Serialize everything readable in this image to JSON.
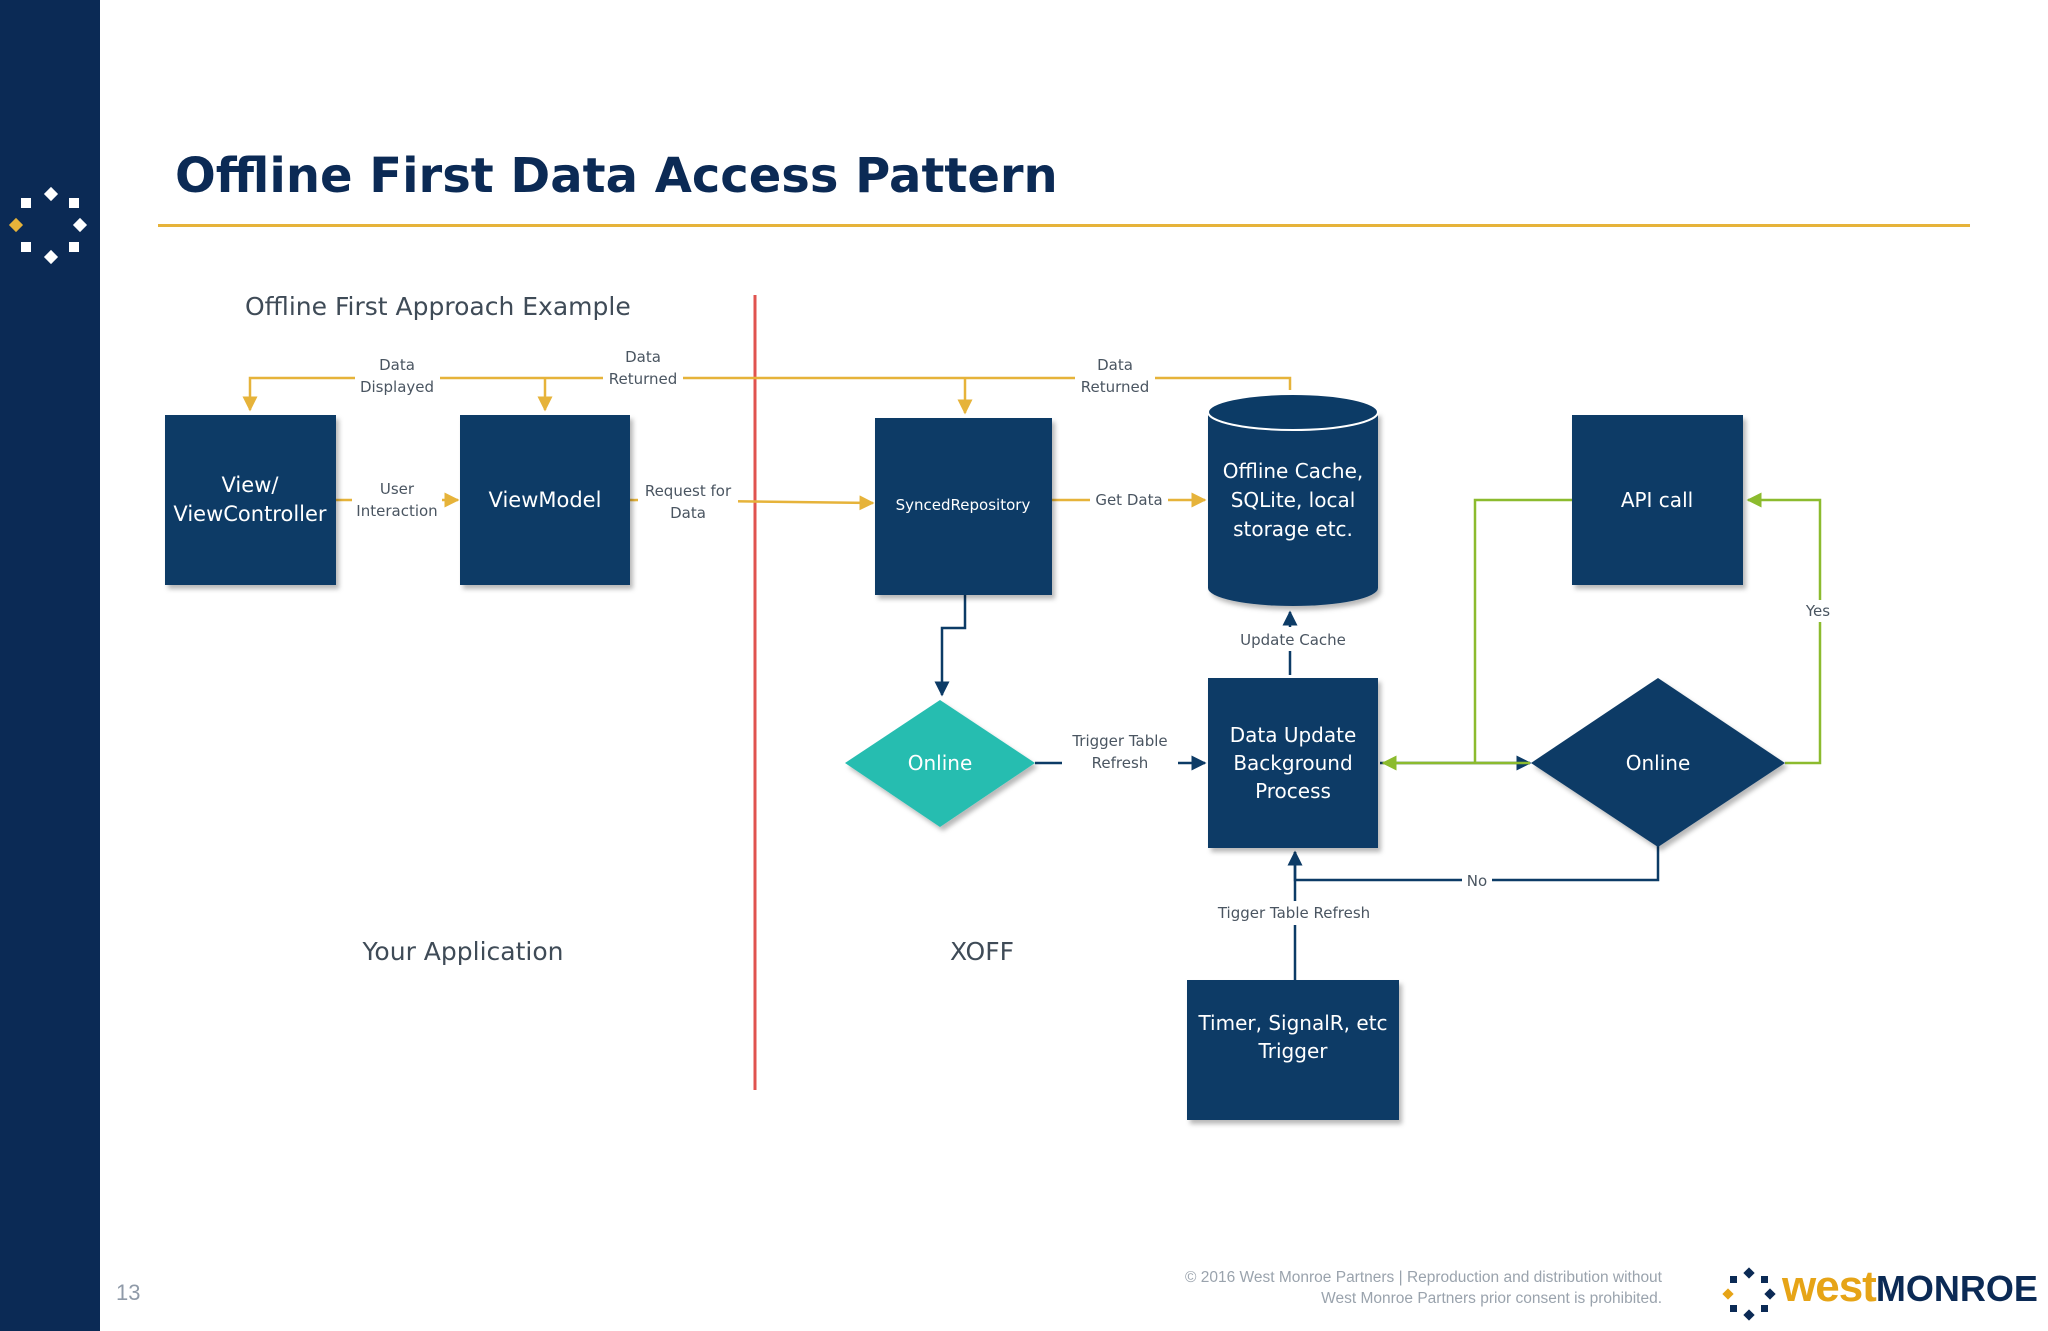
{
  "slide": {
    "title": "Offline First Data Access Pattern",
    "page_number": "13",
    "footer": {
      "line1": "© 2016 West Monroe Partners  |  Reproduction and distribution without",
      "line2": "West Monroe Partners prior consent is prohibited."
    },
    "logo": {
      "part1": "west",
      "part2": "MONROE"
    }
  },
  "colors": {
    "navy": "#0b2a55",
    "box": "#0c3b66",
    "teal": "#27bdb0",
    "gold": "#e6b33a",
    "green": "#8cbb2e",
    "red": "#e0534f"
  },
  "diagram": {
    "subtitle": "Offline First Approach Example",
    "zones": {
      "left": "Your Application",
      "right": "XOFF"
    },
    "nodes": {
      "view_controller": [
        "View/",
        "ViewController"
      ],
      "viewmodel": [
        "ViewModel"
      ],
      "synced_repository": [
        "SyncedRepository"
      ],
      "offline_cache": [
        "Offline Cache,",
        "SQLite, local",
        "storage etc."
      ],
      "api_call": [
        "API call"
      ],
      "online_teal": [
        "Online"
      ],
      "data_update": [
        "Data Update",
        "Background",
        "Process"
      ],
      "online_navy": [
        "Online"
      ],
      "timer": [
        "Timer, SignalR, etc",
        "Trigger"
      ]
    },
    "edge_labels": {
      "data_displayed": [
        "Data",
        "Displayed"
      ],
      "data_returned_1": [
        "Data",
        "Returned"
      ],
      "data_returned_2": [
        "Data",
        "Returned"
      ],
      "user_interaction": [
        "User",
        "Interaction"
      ],
      "request_for_data": [
        "Request for",
        "Data"
      ],
      "get_data": [
        "Get Data"
      ],
      "update_cache": [
        "Update Cache"
      ],
      "trigger_table_refresh": [
        "Trigger Table",
        "Refresh"
      ],
      "yes": [
        "Yes"
      ],
      "no": [
        "No"
      ],
      "tigger_table_refresh": [
        "Tigger Table Refresh"
      ]
    }
  }
}
